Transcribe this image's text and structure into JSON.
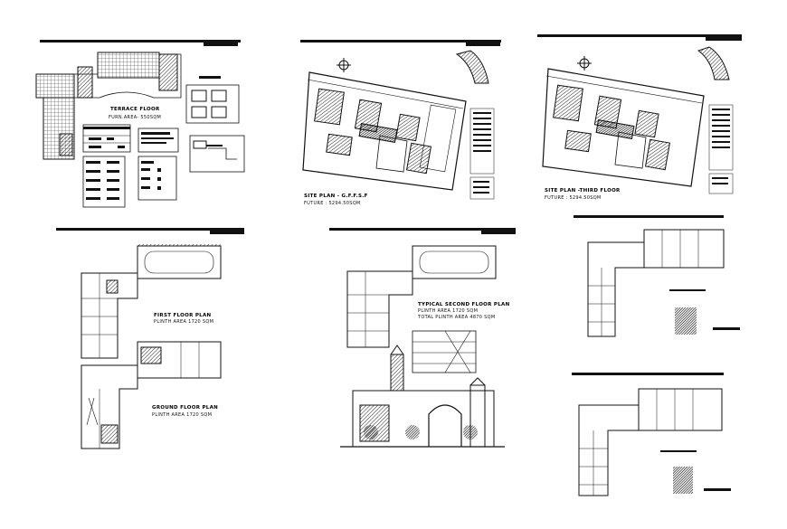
{
  "drawing": {
    "panels": [
      {
        "name": "terrace-floor",
        "title": "TERRACE FLOOR",
        "scale": "FURN.AREA- 550SQM"
      },
      {
        "name": "site-plan-ground",
        "title": "SITE PLAN - G.F.F.S.F",
        "scale": "FUTURE : 5294.50SQM"
      },
      {
        "name": "site-plan-third",
        "title": "SITE PLAN -THIRD FLOOR",
        "scale": "FUTURE : 5294.50SQM"
      },
      {
        "name": "first-floor-plan",
        "title": "FIRST FLOOR PLAN",
        "scale": "PLINTH AREA 1720 SQM"
      },
      {
        "name": "ground-floor-plan",
        "title": "GROUND FLOOR PLAN",
        "scale": "PLINTH AREA 1720 SQM"
      },
      {
        "name": "typical-second-floor-plan",
        "title": "TYPICAL SECOND FLOOR PLAN",
        "scale": "PLINTH AREA 1720 SQM",
        "scale2": "TOTAL PLINTH AREA 4870 SQM"
      }
    ],
    "colors": {
      "ink": "#111111",
      "paper": "#ffffff",
      "hatch": "#333333"
    }
  }
}
